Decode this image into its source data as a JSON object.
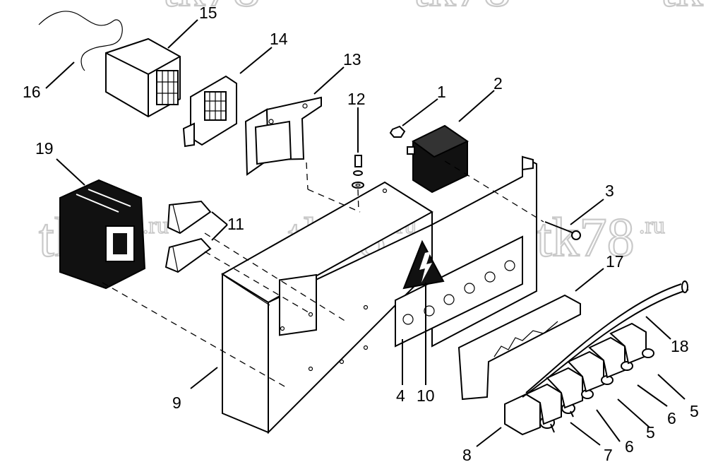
{
  "callouts": [
    {
      "id": "c1",
      "label": "1"
    },
    {
      "id": "c2",
      "label": "2"
    },
    {
      "id": "c3",
      "label": "3"
    },
    {
      "id": "c4",
      "label": "4"
    },
    {
      "id": "c5a",
      "label": "5"
    },
    {
      "id": "c5b",
      "label": "5"
    },
    {
      "id": "c6a",
      "label": "6"
    },
    {
      "id": "c6b",
      "label": "6"
    },
    {
      "id": "c7",
      "label": "7"
    },
    {
      "id": "c8",
      "label": "8"
    },
    {
      "id": "c9",
      "label": "9"
    },
    {
      "id": "c10",
      "label": "10"
    },
    {
      "id": "c11",
      "label": "11"
    },
    {
      "id": "c12",
      "label": "12"
    },
    {
      "id": "c13",
      "label": "13"
    },
    {
      "id": "c14",
      "label": "14"
    },
    {
      "id": "c15",
      "label": "15"
    },
    {
      "id": "c16",
      "label": "16"
    },
    {
      "id": "c17",
      "label": "17"
    },
    {
      "id": "c18",
      "label": "18"
    },
    {
      "id": "c19",
      "label": "19"
    }
  ],
  "watermark": {
    "text": "tk78",
    "suffix": ".ru"
  }
}
